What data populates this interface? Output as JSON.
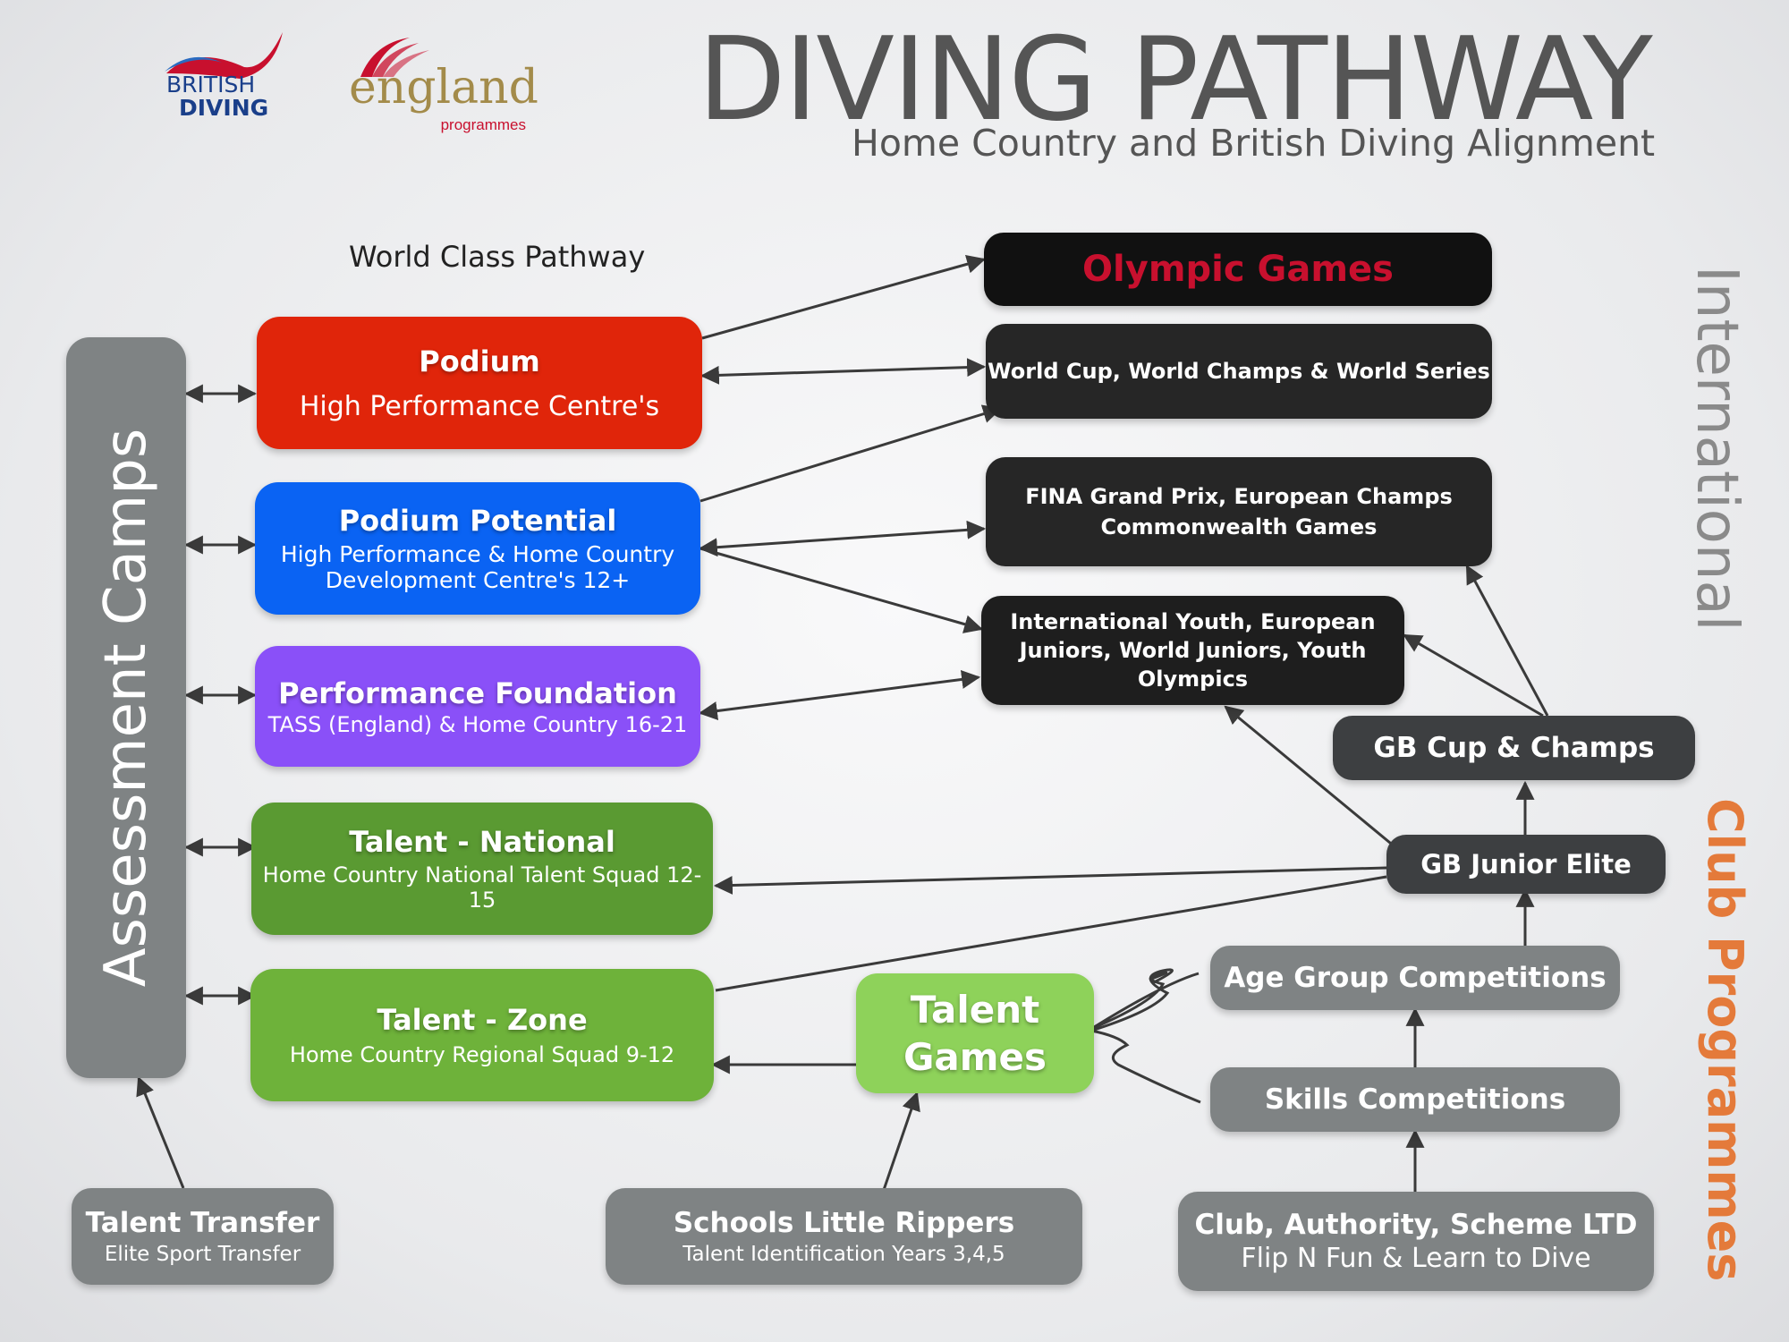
{
  "header": {
    "title": "DIVING PATHWAY",
    "subtitle": "Home Country and British Diving Alignment",
    "logo_british_diving": {
      "line1": "BRITISH",
      "line2": "DIVING"
    },
    "logo_england": {
      "word": "england",
      "sub": "programmes"
    }
  },
  "world_class_label": "World Class Pathway",
  "side_labels": {
    "international": "International",
    "club": "Club Programmes"
  },
  "assessment_camps": "Assessment Camps",
  "pathway": {
    "podium": {
      "title": "Podium",
      "sub": "High Performance Centre's"
    },
    "podium_potential": {
      "title": "Podium Potential",
      "sub1": "High Performance & Home Country",
      "sub2": "Development Centre's 12+"
    },
    "performance_foundation": {
      "title": "Performance Foundation",
      "sub": "TASS (England) & Home Country 16-21"
    },
    "talent_national": {
      "title": "Talent - National",
      "sub": "Home Country National Talent Squad 12-15"
    },
    "talent_zone": {
      "title": "Talent - Zone",
      "sub": "Home Country Regional Squad 9-12"
    }
  },
  "international": {
    "olympic_games": "Olympic Games",
    "world_cup": "World Cup, World Champs & World Series",
    "fina": {
      "line1": "FINA Grand Prix,  European Champs",
      "line2": "Commonwealth Games"
    },
    "youth": {
      "line1": "International Youth, European",
      "line2": "Juniors, World Juniors, Youth",
      "line3": "Olympics"
    }
  },
  "club": {
    "gb_cup": "GB Cup & Champs",
    "gb_junior": "GB Junior Elite",
    "age_group": "Age Group Competitions",
    "skills": "Skills Competitions",
    "talent_games": {
      "line1": "Talent",
      "line2": "Games"
    }
  },
  "bottom": {
    "talent_transfer": {
      "title": "Talent Transfer",
      "sub": "Elite Sport Transfer"
    },
    "schools": {
      "title": "Schools Little Rippers",
      "sub": "Talent Identification Years 3,4,5"
    },
    "club_ltd": {
      "title": "Club, Authority, Scheme LTD",
      "sub": "Flip N Fun & Learn to Dive"
    }
  },
  "colors": {
    "podium": "#e0250a",
    "podium_potential": "#0a63f3",
    "performance_foundation": "#8a50f8",
    "talent_national": "#5a9a32",
    "talent_zone": "#6eb23a",
    "talent_games": "#8ed25a",
    "black_box": "#262626",
    "dark_grey": "#3d3f41",
    "mid_grey": "#7f8384",
    "olympic_text": "#c8102e",
    "club_orange": "#e47a3a",
    "international_grey": "#8a8a8a",
    "arrow": "#3a3a3a"
  }
}
